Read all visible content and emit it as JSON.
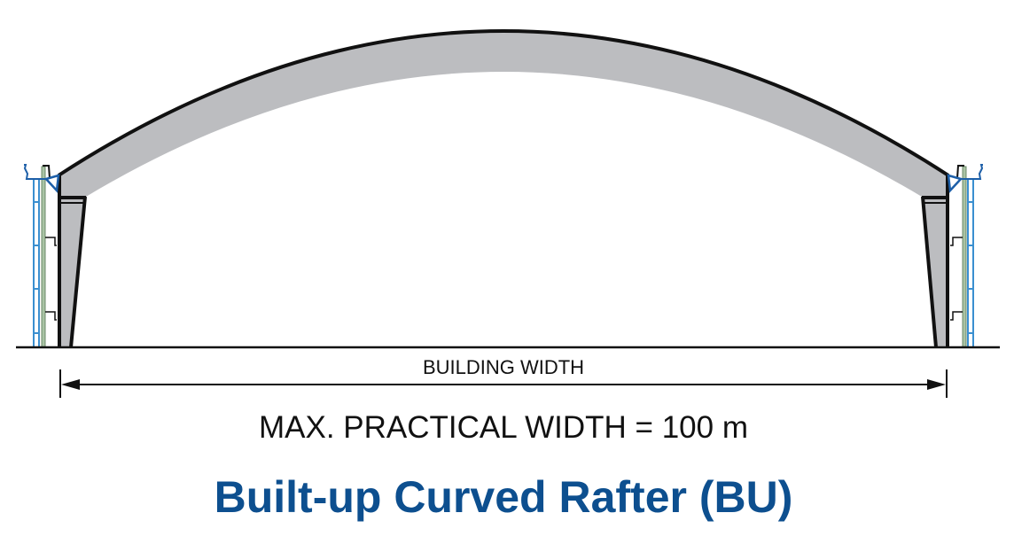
{
  "diagram": {
    "title": "Built-up Curved Rafter (BU)",
    "dimension_label": "BUILDING WIDTH",
    "max_width_label": "MAX. PRACTICAL WIDTH = 100 m",
    "components": [
      "curved-rafter-arch",
      "left-tapered-column",
      "right-tapered-column",
      "left-wall-cladding",
      "right-wall-cladding",
      "left-gutter",
      "right-gutter",
      "ground-line",
      "building-width-dimension-arrow"
    ],
    "colors": {
      "title": "#0d4f8f",
      "rafter_fill": "#bcbdc0",
      "outline": "#111111",
      "cladding_blue": "#3a8fd0",
      "cladding_green": "#a9c3a4",
      "gutter_blue": "#1d5fa8"
    }
  }
}
